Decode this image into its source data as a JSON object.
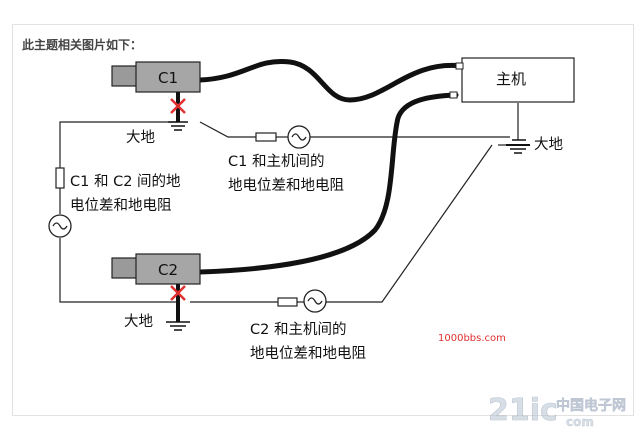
{
  "caption": "此主题相关图片如下：",
  "camera1": {
    "label": "C1"
  },
  "camera2": {
    "label": "C2"
  },
  "host": {
    "label": "主机"
  },
  "ground_labels": {
    "c1": "大地",
    "c2": "大地",
    "host": "大地"
  },
  "notes": {
    "c1_host_line1": "C1 和主机间的",
    "c1_host_line2": "地电位差和地电阻",
    "c1_c2_line1": "C1 和  C2 间的地",
    "c1_c2_line2": "电位差和地电阻",
    "c2_host_line1": "C2 和主机间的",
    "c2_host_line2": "地电位差和地电阻"
  },
  "site_label": "1000bbs.com",
  "watermark": {
    "part1": "21ic",
    "part2": "中国电子网",
    "sub": "com"
  },
  "colors": {
    "red": "#e03030",
    "box_gray": "#a6a6a6",
    "wire": "#111111"
  }
}
